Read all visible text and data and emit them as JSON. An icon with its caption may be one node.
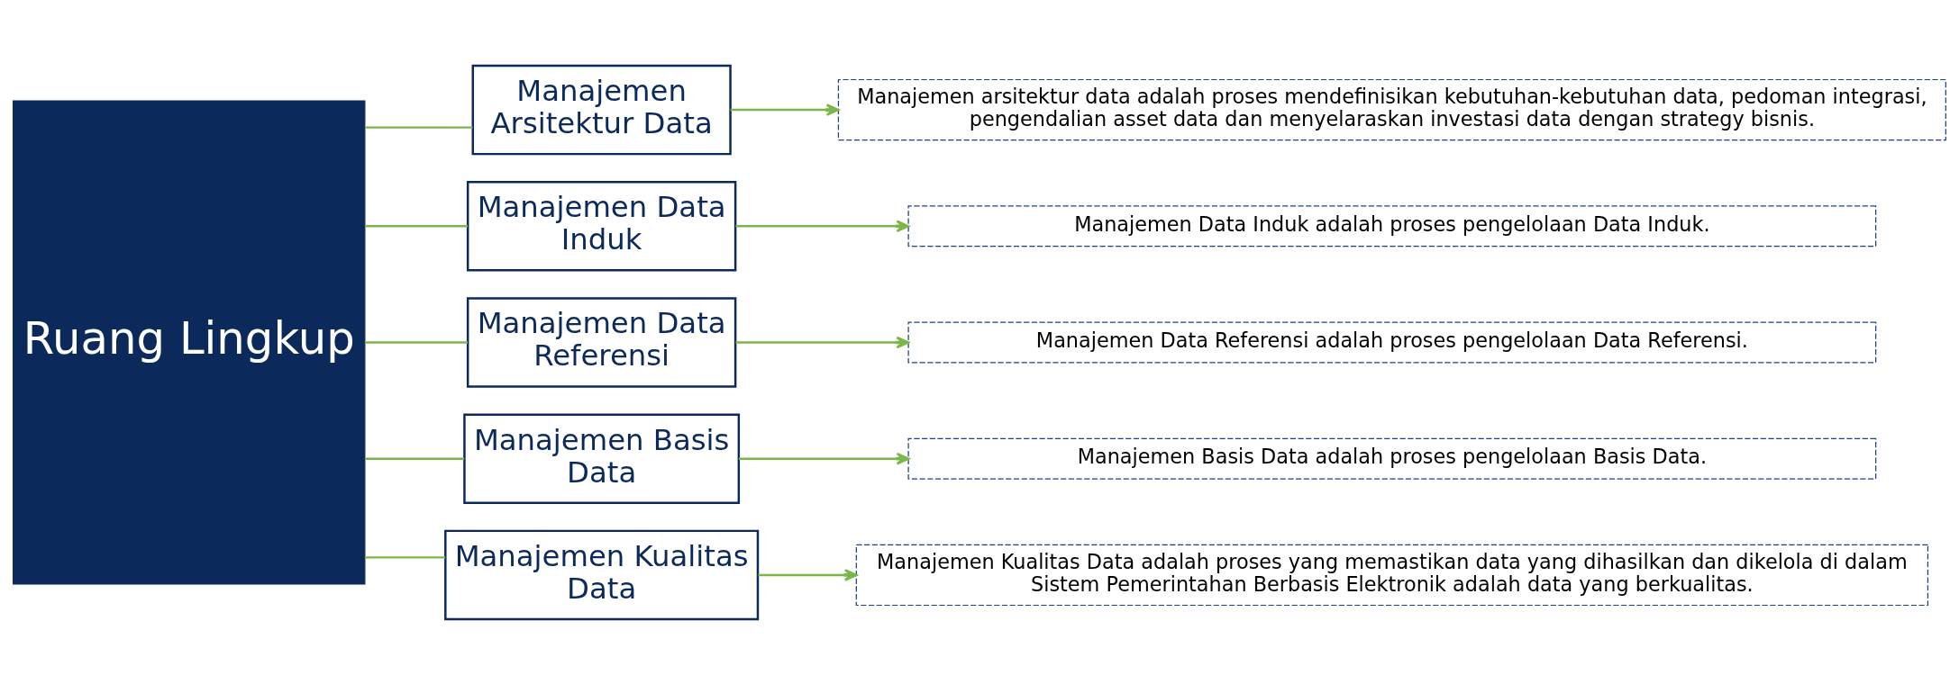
{
  "diagram": {
    "nodes": [
      {
        "text": [
          "Ruang Lingkup"
        ]
      },
      {
        "text": [
          "Manajemen Arsitektur Data"
        ]
      },
      {
        "text": [
          "Manajemen Data Induk"
        ]
      },
      {
        "text": [
          "Manajemen Data Referensi"
        ]
      },
      {
        "text": [
          "Manajemen Basis Data"
        ]
      },
      {
        "text": [
          "Manajemen Kualitas Data"
        ]
      },
      {
        "text": [
          "Manajemen arsitektur data adalah proses mendefinisikan kebutuhan-kebutuhan data, pedoman integrasi, pengendalian asset data dan menyelaraskan investasi data dengan strategy bisnis."
        ]
      },
      {
        "text": [
          "Manajemen Data Induk adalah proses pengelolaan Data Induk."
        ]
      },
      {
        "text": [
          "Manajemen Data Referensi adalah proses pengelolaan Data Referensi."
        ]
      },
      {
        "text": [
          "Manajemen Basis Data adalah proses pengelolaan Basis Data."
        ]
      },
      {
        "text": [
          "Manajemen Kualitas Data adalah proses yang memastikan data yang dihasilkan dan dikelola di dalam Sistem Pemerintahan Berbasis Elektronik adalah data yang berkualitas."
        ]
      }
    ],
    "edges": [
      {
        "from": 0,
        "to": 1,
        "arrow": "none"
      },
      {
        "from": 0,
        "to": 2,
        "arrow": "none"
      },
      {
        "from": 0,
        "to": 3,
        "arrow": "none"
      },
      {
        "from": 0,
        "to": 4,
        "arrow": "none"
      },
      {
        "from": 0,
        "to": 5,
        "arrow": "none"
      },
      {
        "from": 1,
        "to": 6,
        "arrow": "to"
      },
      {
        "from": 2,
        "to": 7,
        "arrow": "to"
      },
      {
        "from": 3,
        "to": 8,
        "arrow": "to"
      },
      {
        "from": 4,
        "to": 9,
        "arrow": "to"
      },
      {
        "from": 5,
        "to": 10,
        "arrow": "to"
      }
    ]
  }
}
